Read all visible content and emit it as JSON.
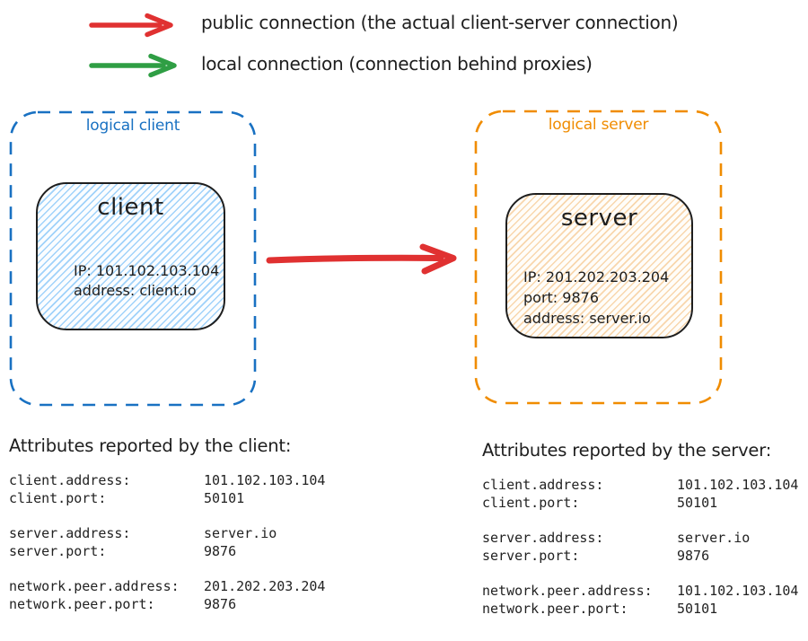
{
  "colors": {
    "public": "#e03131",
    "local": "#2f9e44",
    "client_accent": "#1971c2",
    "server_accent": "#f08c00",
    "ink": "#1e1e1e"
  },
  "legend": {
    "public": {
      "label": "public connection (the actual client-server connection)"
    },
    "local": {
      "label": "local connection (connection behind proxies)"
    }
  },
  "diagram": {
    "client_group": {
      "label": "logical client",
      "node": {
        "title": "client",
        "lines": [
          "IP: 101.102.103.104",
          "address: client.io"
        ]
      }
    },
    "server_group": {
      "label": "logical server",
      "node": {
        "title": "server",
        "lines": [
          "IP: 201.202.203.204",
          "port: 9876",
          "address: server.io"
        ]
      }
    }
  },
  "client_attributes": {
    "heading": "Attributes reported by the client:",
    "groups": [
      {
        "rows": [
          {
            "key": "client.address:",
            "value": "101.102.103.104"
          },
          {
            "key": "client.port:",
            "value": "50101"
          }
        ]
      },
      {
        "rows": [
          {
            "key": "server.address:",
            "value": "server.io"
          },
          {
            "key": "server.port:",
            "value": "9876"
          }
        ]
      },
      {
        "rows": [
          {
            "key": "network.peer.address:",
            "value": "201.202.203.204"
          },
          {
            "key": "network.peer.port:",
            "value": "9876"
          }
        ]
      }
    ]
  },
  "server_attributes": {
    "heading": "Attributes reported by the server:",
    "groups": [
      {
        "rows": [
          {
            "key": "client.address:",
            "value": "101.102.103.104"
          },
          {
            "key": "client.port:",
            "value": "50101"
          }
        ]
      },
      {
        "rows": [
          {
            "key": "server.address:",
            "value": "server.io"
          },
          {
            "key": "server.port:",
            "value": "9876"
          }
        ]
      },
      {
        "rows": [
          {
            "key": "network.peer.address:",
            "value": "101.102.103.104"
          },
          {
            "key": "network.peer.port:",
            "value": "50101"
          }
        ]
      }
    ]
  }
}
